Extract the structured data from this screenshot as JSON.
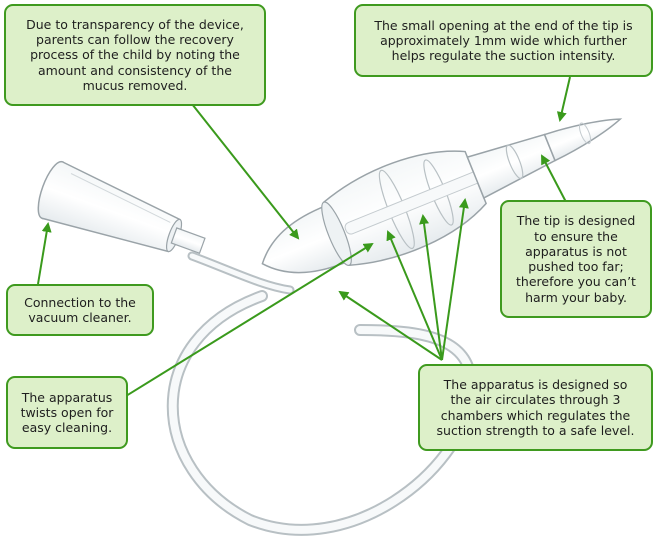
{
  "callouts": {
    "transparency": "Due to transparency of the device,\nparents can follow the recovery\nprocess of the child by noting the\namount and consistency of the\nmucus removed.",
    "opening": "The small opening at the end of the tip is\napproximately 1mm wide which further\nhelps regulate the suction intensity.",
    "tip": "The tip is designed\nto ensure the\napparatus is not\npushed too far;\ntherefore you can’t\nharm your baby.",
    "connection": "Connection to the\nvacuum cleaner.",
    "twist": "The apparatus\ntwists open for\neasy cleaning.",
    "chambers": "The apparatus is designed so\nthe air circulates through 3\nchambers which regulates the\nsuction strength to a safe level."
  },
  "colors": {
    "callout_fill": "#ddf0c9",
    "callout_border": "#3f9a1f",
    "arrow": "#3a9a1c",
    "device_outline": "#9aa3a8"
  }
}
